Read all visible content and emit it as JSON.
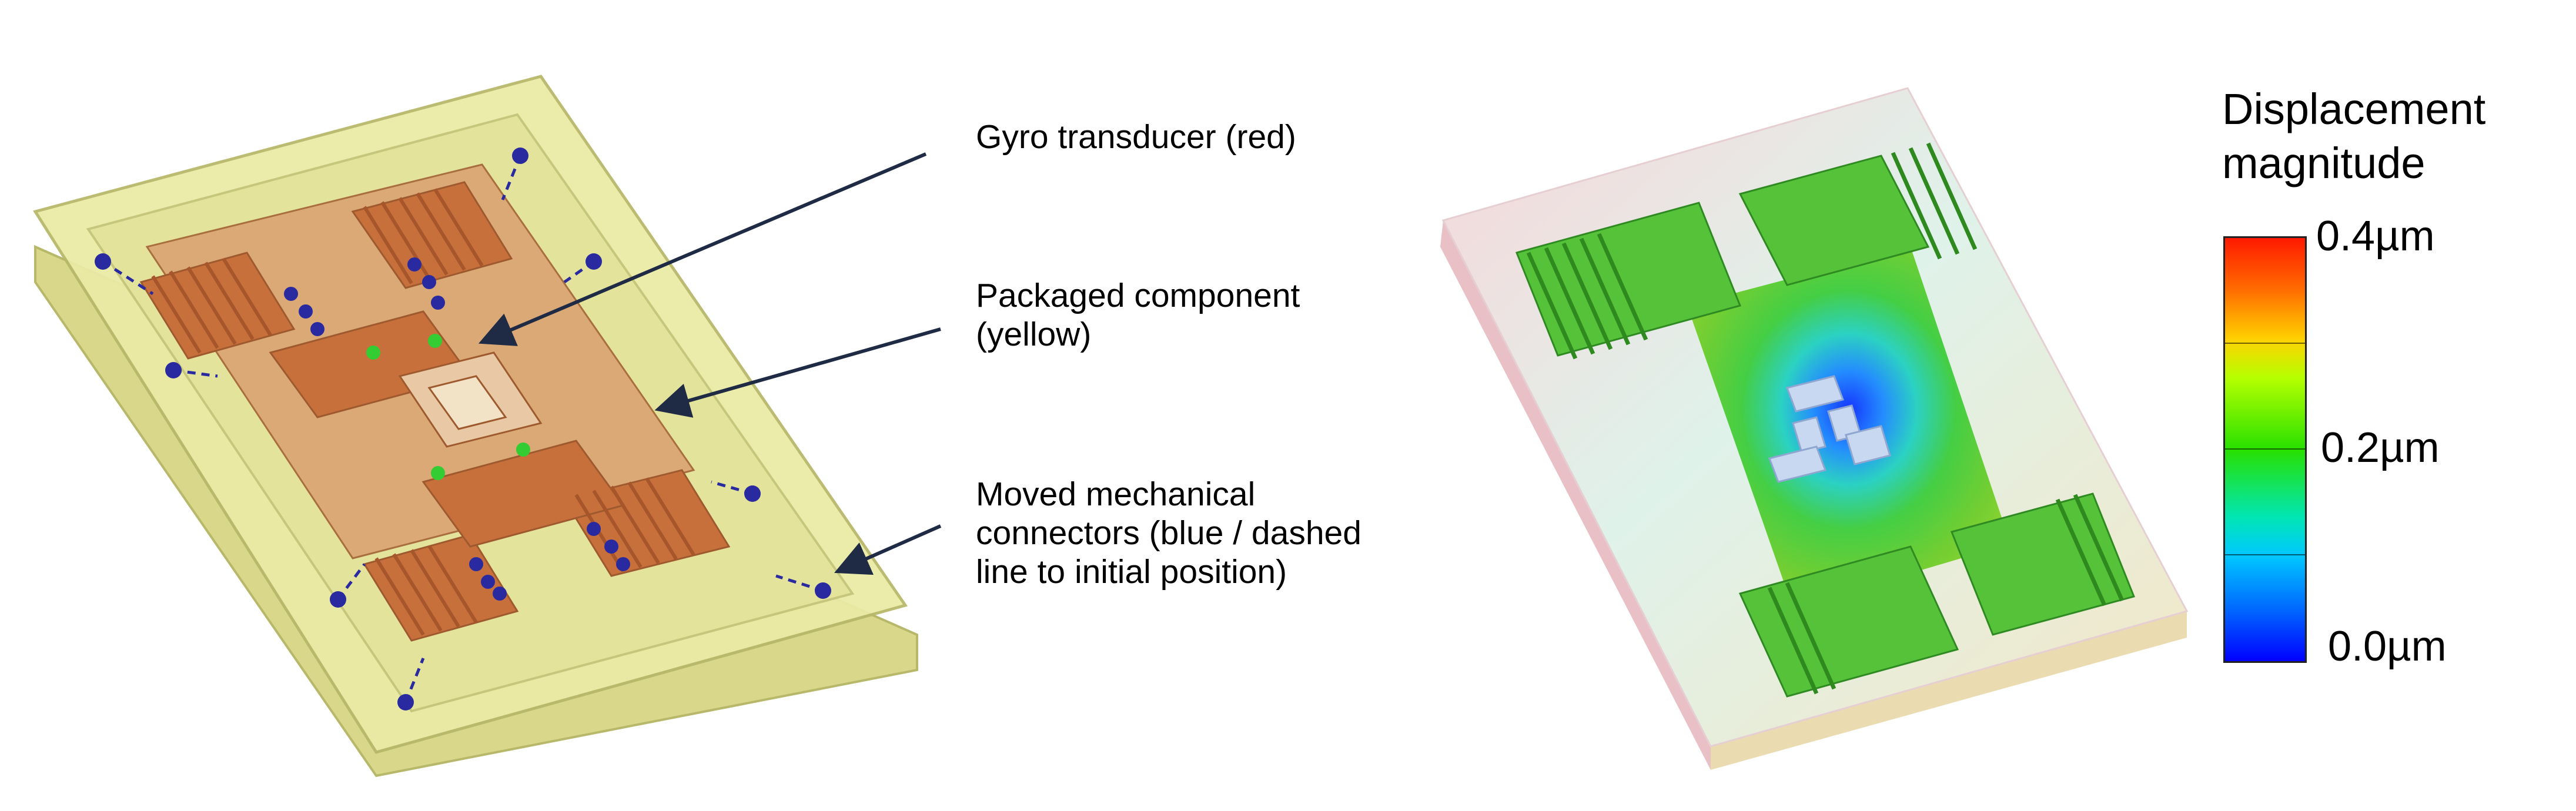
{
  "callouts": {
    "gyro": "Gyro transducer (red)",
    "package": "Packaged component\n(yellow)",
    "connectors": "Moved mechanical\nconnectors  (blue / dashed\nline to initial position)"
  },
  "legend": {
    "title": "Displacement\nmagnitude",
    "ticks": [
      "0.4µm",
      "0.2µm",
      "0.0µm"
    ]
  },
  "colors": {
    "package": "#e6e69a",
    "transducer": "#c8703c",
    "connector": "#2a2aa0",
    "anchor": "#33cc33",
    "arrow": "#1f2a44"
  }
}
